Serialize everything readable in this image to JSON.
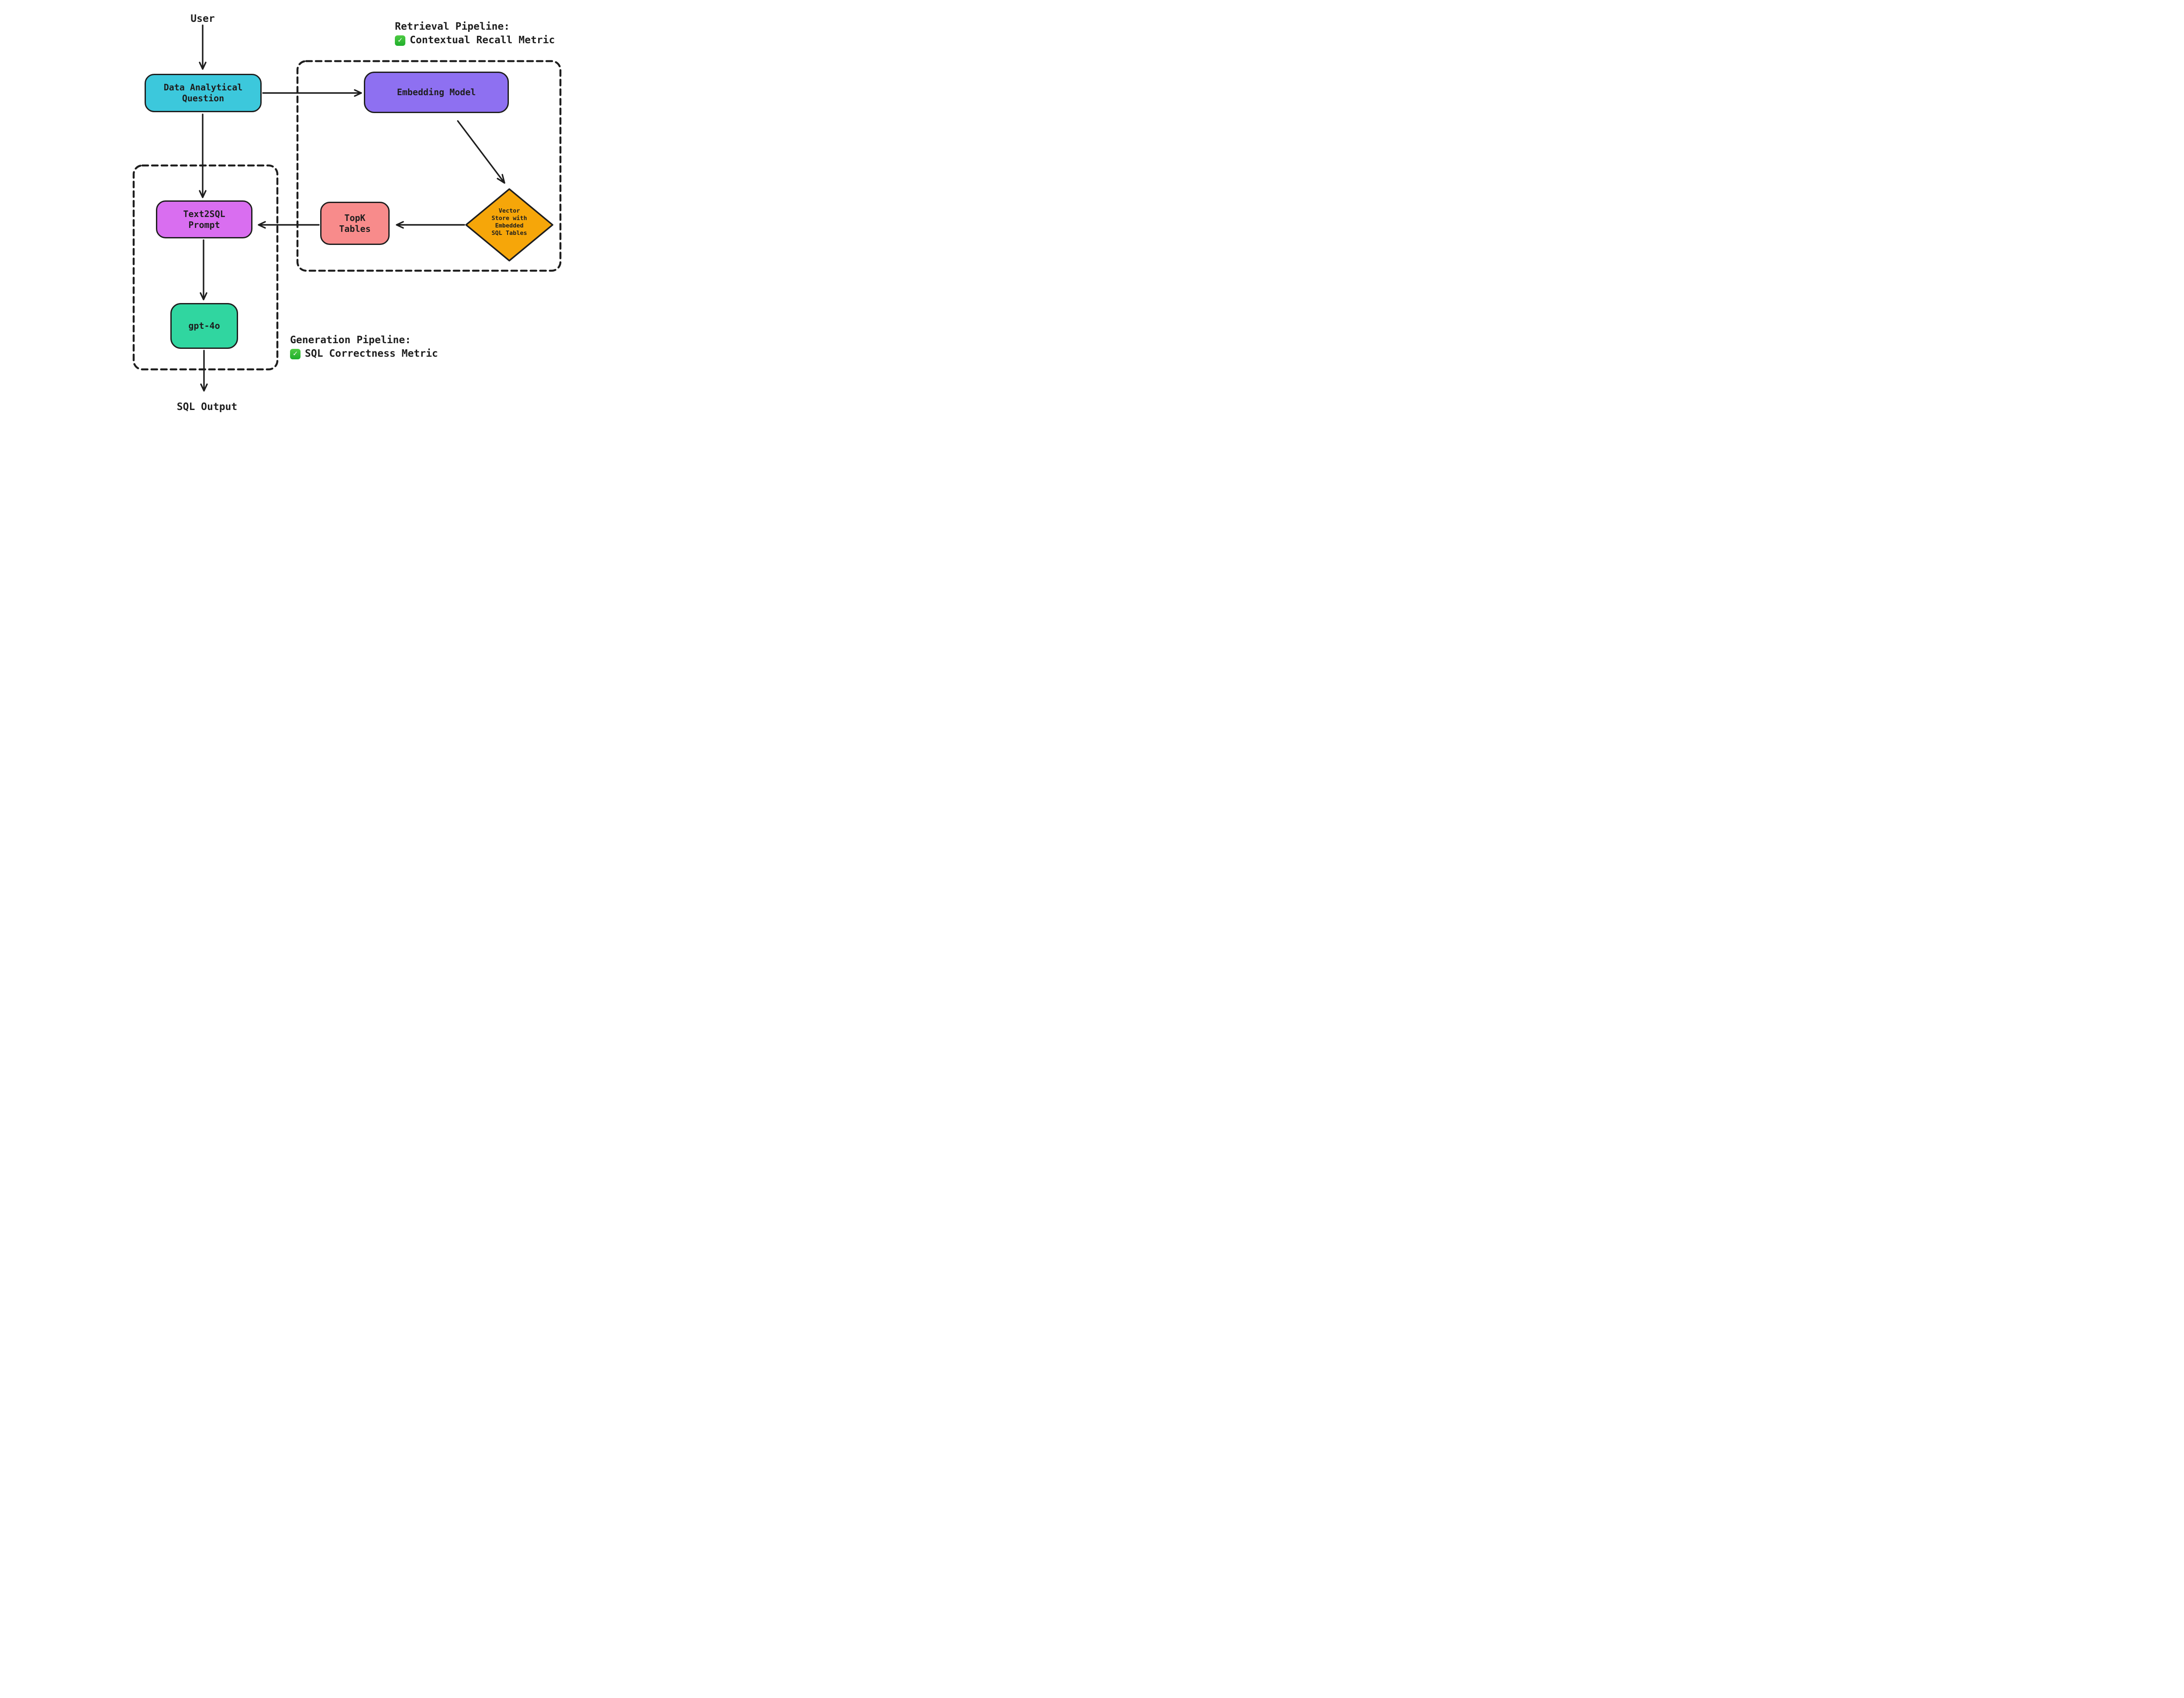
{
  "colors": {
    "background": "#ffffff",
    "stroke": "#1e1e1e",
    "question_fill": "#3cc8dc",
    "embedding_fill": "#8e70f1",
    "prompt_fill": "#d96ef0",
    "topk_fill": "#f88b8b",
    "vector_store_fill": "#f6a609",
    "gpt_fill": "#30d6a0",
    "check_green": "#22b830"
  },
  "nodes": {
    "user": {
      "label": "User"
    },
    "question": {
      "label": "Data Analytical\nQuestion"
    },
    "embedding": {
      "label": "Embedding Model"
    },
    "vector_store": {
      "label": "Vector\nStore with\nEmbedded\nSQL Tables"
    },
    "topk": {
      "label": "TopK\nTables"
    },
    "prompt": {
      "label": "Text2SQL\nPrompt"
    },
    "gpt": {
      "label": "gpt-4o"
    },
    "sql_output": {
      "label": "SQL Output"
    }
  },
  "sections": {
    "retrieval": {
      "title": "Retrieval Pipeline:",
      "check_glyph": "✓",
      "metric": "Contextual Recall Metric"
    },
    "generation": {
      "title": "Generation Pipeline:",
      "check_glyph": "✓",
      "metric": "SQL Correctness Metric"
    }
  }
}
